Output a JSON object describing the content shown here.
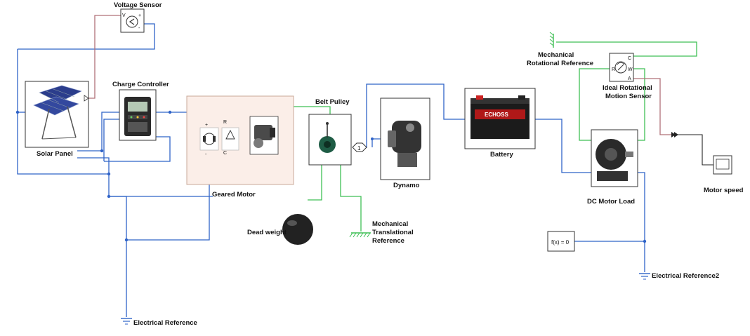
{
  "blocks": {
    "voltage_sensor": "Voltage Sensor",
    "charge_controller": "Charge Controller",
    "solar_panel": "Solar Panel",
    "geared_motor": "Geared Motor",
    "belt_pulley": "Belt Pulley",
    "dead_weight": "Dead weight",
    "mech_trans_ref": [
      "Mechanical",
      "Translational",
      "Reference"
    ],
    "dynamo": "Dynamo",
    "battery": "Battery",
    "mech_rot_ref": [
      "Mechanical",
      "Rotational Reference"
    ],
    "ideal_rot_sensor": [
      "Ideal Rotational",
      "Motion Sensor"
    ],
    "dc_motor_load": "DC Motor Load",
    "motor_speed": "Motor speed",
    "solver": "f(x) = 0",
    "elec_ref": "Electrical Reference",
    "elec_ref2": "Electrical Reference2",
    "goto_tag": "1",
    "battery_brand": "ECHOSS"
  },
  "port_labels": {
    "vs_plus": "+",
    "vs_minus": "-",
    "vs_v": "V",
    "gm_plus": "+",
    "gm_minus": "-",
    "gm_r": "R",
    "gm_c": "C",
    "rs_c": "C",
    "rs_r": "R",
    "rs_a": "A",
    "rs_w": "W"
  },
  "colors": {
    "electrical_wire": "#2f63c8",
    "mechanical_wire": "#3fbf55",
    "signal_wire": "#b07078",
    "geared_motor_bg": "#fbeee8"
  }
}
